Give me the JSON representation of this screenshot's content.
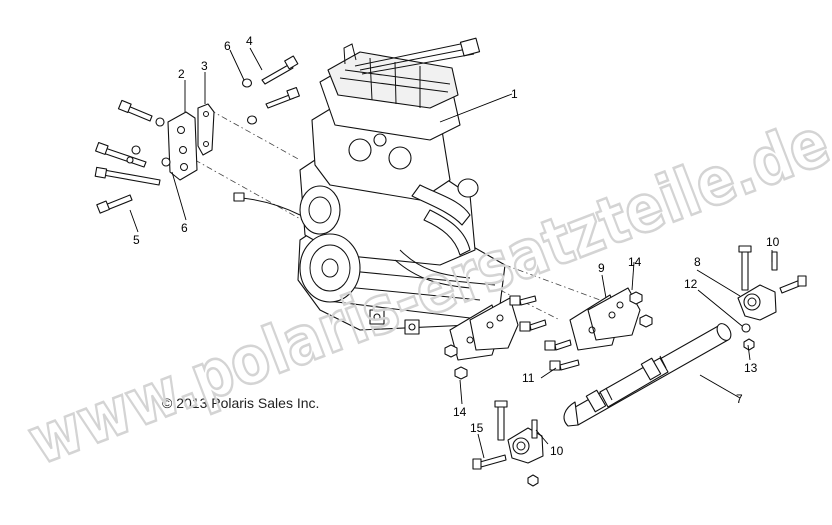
{
  "copyright": "© 2013 Polaris Sales Inc.",
  "watermark": "www.polaris-ersatzteile.de",
  "callouts": {
    "c1": "1",
    "c2": "2",
    "c3": "3",
    "c4": "4",
    "c5": "5",
    "c6a": "6",
    "c6b": "6",
    "c7": "7",
    "c8": "8",
    "c9": "9",
    "c10a": "10",
    "c10b": "10",
    "c11": "11",
    "c12": "12",
    "c13": "13",
    "c14a": "14",
    "c14b": "14",
    "c15": "15"
  }
}
